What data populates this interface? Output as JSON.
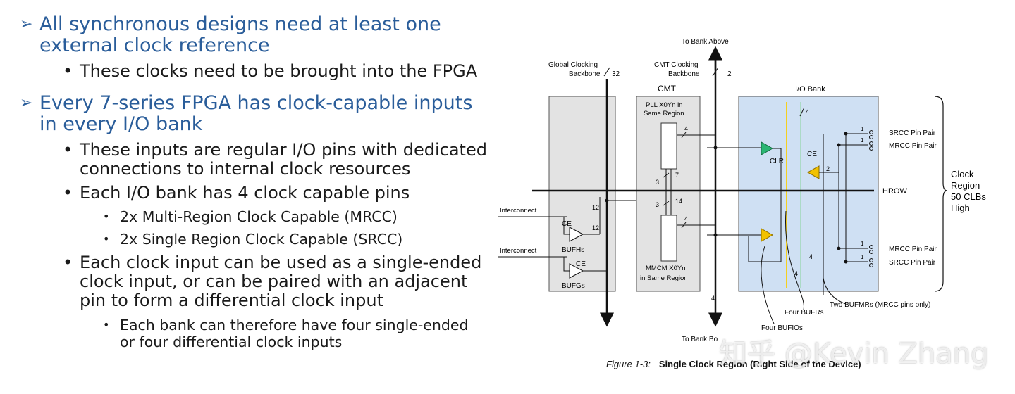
{
  "slide": {
    "bullets": [
      {
        "l1": "All synchronous designs need at least one",
        "l2": "external clock reference"
      },
      {
        "l1": "These clocks need to be brought into the FPGA"
      },
      {
        "l1": "Every 7-series FPGA has clock-capable inputs",
        "l2": "in every I/O bank"
      },
      {
        "l1": "These inputs are regular I/O pins with dedicated",
        "l2": "connections to internal clock resources"
      },
      {
        "l1": "Each I/O bank has 4 clock capable pins"
      },
      {
        "l1": "2x Multi-Region Clock Capable (MRCC)"
      },
      {
        "l1": "2x Single Region Clock Capable (SRCC)"
      },
      {
        "l1": "Each clock input can be used as a single-ended",
        "l2": "clock input, or can be paired with an adjacent",
        "l3": "pin to form a differential clock input"
      },
      {
        "l1": "Each bank can therefore have four single-ended",
        "l2": "or four differential clock inputs"
      }
    ]
  },
  "diagram": {
    "to_bank_above": "To Bank Above",
    "to_bank_below": "To Bank Bo",
    "global_clocking": "Global Clocking",
    "backbone": "Backbone",
    "gc_width": "32",
    "cmt_clocking": "CMT Clocking",
    "cmt_backbone": "Backbone",
    "cmt_width": "2",
    "cmt_title": "CMT",
    "pll_l1": "PLL X0Yn in",
    "pll_l2": "Same Region",
    "mmcm_l1": "MMCM X0Yn",
    "mmcm_l2": "in Same Region",
    "io_bank": "I/O Bank",
    "interconnect_1": "Interconnect",
    "interconnect_2": "Interconnect",
    "bufhs": "BUFHs",
    "bufgs": "BUFGs",
    "ce_1": "CE",
    "ce_2": "CE",
    "ce_3": "CE",
    "clr": "CLR",
    "hrow": "HROW",
    "srcc_top": "SRCC Pin Pair",
    "mrcc_top": "MRCC Pin Pair",
    "mrcc_bot": "MRCC Pin Pair",
    "srcc_bot": "SRCC Pin Pair",
    "clock_region_l1": "Clock",
    "clock_region_l2": "Region",
    "clock_region_l3": "50 CLBs",
    "clock_region_l4": "High",
    "four_bufrs": "Four BUFRs",
    "four_bufios": "Four BUFIOs",
    "two_bufmrs": "Two BUFMRs (MRCC pins only)",
    "n4a": "4",
    "n4b": "4",
    "n4c": "4",
    "n4d": "4",
    "n4e": "4",
    "n4f": "4",
    "n7": "7",
    "n3a": "3",
    "n3b": "3",
    "n14": "14",
    "n12a": "12",
    "n12b": "12",
    "n1a": "1",
    "n1b": "1",
    "n1c": "1",
    "n1d": "1",
    "n2": "2"
  },
  "caption": {
    "fig": "Figure 1-3:",
    "title": "Single Clock Region (Right Side of the Device)"
  },
  "watermark": "知乎 @Kevin Zhang",
  "colors": {
    "heading_blue": "#2a5d9a",
    "io_bank_fill": "#cfe0f3",
    "bufr_green": "#2bb673",
    "bufio_yellow": "#f2c200"
  }
}
